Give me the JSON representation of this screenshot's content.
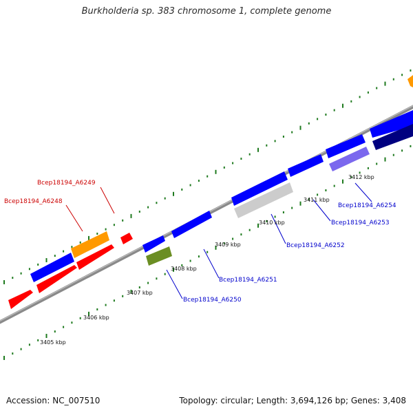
{
  "title": "Burkholderia sp. 383 chromosome 1, complete genome",
  "footer": {
    "accession": "Accession: NC_007510",
    "stats": "Topology: circular; Length: 3,694,126 bp; Genes: 3,408"
  },
  "colors": {
    "backbone": "#8a8a8a",
    "tick": "#1e7a1e",
    "gene_red": "#ff0000",
    "gene_blue": "#0000ff",
    "gene_orange": "#ff9900",
    "gene_olive": "#6b8e23",
    "gene_gray": "#cccccc",
    "gene_slate": "#7b68ee",
    "gene_navy": "#000080",
    "label_red": "#cc0000",
    "label_blue": "#0000cc"
  },
  "kbp_labels": [
    "3405 kbp",
    "3406 kbp",
    "3407 kbp",
    "3408 kbp",
    "3409 kbp",
    "3410 kbp",
    "3411 kbp",
    "3412 kbp"
  ],
  "gene_labels": [
    {
      "text": "Bcep18194_A6249",
      "color": "label_red"
    },
    {
      "text": "Bcep18194_A6248",
      "color": "label_red"
    },
    {
      "text": "Bcep18194_A6250",
      "color": "label_blue"
    },
    {
      "text": "Bcep18194_A6251",
      "color": "label_blue"
    },
    {
      "text": "Bcep18194_A6252",
      "color": "label_blue"
    },
    {
      "text": "Bcep18194_A6253",
      "color": "label_blue"
    },
    {
      "text": "Bcep18194_A6254",
      "color": "label_blue"
    }
  ]
}
